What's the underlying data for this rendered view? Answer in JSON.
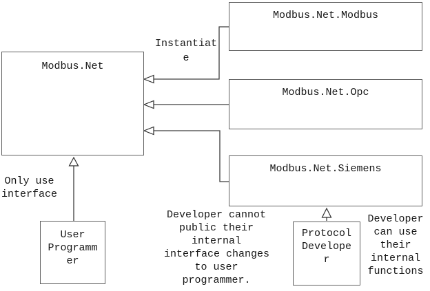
{
  "diagram": {
    "boxes": {
      "modbus_net": {
        "title": "Modbus.Net"
      },
      "modbus_net_modbus": {
        "title": "Modbus.Net.Modbus"
      },
      "modbus_net_opc": {
        "title": "Modbus.Net.Opc"
      },
      "modbus_net_siemens": {
        "title": "Modbus.Net.Siemens"
      },
      "user_programmer": {
        "lines": [
          "User",
          "Programm",
          "er"
        ]
      },
      "protocol_developer": {
        "lines": [
          "Protocol",
          "Develope",
          "r"
        ]
      }
    },
    "labels": {
      "instantiate": {
        "lines": [
          "Instantiat",
          "e"
        ]
      },
      "only_use_interface": {
        "lines": [
          "Only use",
          "interface"
        ]
      },
      "developer_cannot": {
        "lines": [
          "Developer cannot",
          "public their",
          "internal",
          "interface changes",
          "to user",
          "programmer."
        ]
      },
      "developer_can": {
        "lines": [
          "Developer",
          "can use",
          "their",
          "internal",
          "functions"
        ]
      }
    },
    "colors": {
      "background": "#ffffff",
      "line": "#3d3d3d",
      "box_border": "#5e5e5e",
      "text": "#161616"
    }
  }
}
